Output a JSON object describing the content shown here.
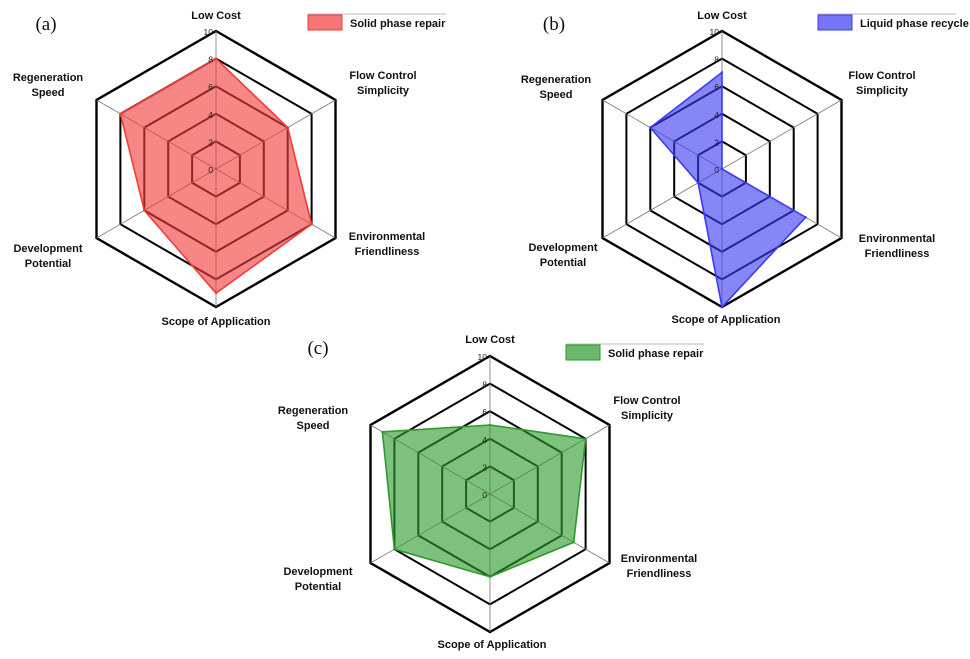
{
  "chart_data": [
    {
      "type": "radar",
      "panel_label": "(a)",
      "axes": [
        "Low Cost",
        "Flow Control Simplicity",
        "Environmental Friendliness",
        "Scope of Application",
        "Development Potential",
        "Regeneration Speed"
      ],
      "tick_values": [
        0,
        2,
        4,
        6,
        8,
        10
      ],
      "range": [
        0,
        10
      ],
      "grid": true,
      "legend_position": "top-right",
      "series": [
        {
          "name": "Solid phase repair",
          "values": [
            8,
            6,
            8,
            9,
            6,
            8
          ],
          "color": "#f23b3b"
        }
      ]
    },
    {
      "type": "radar",
      "panel_label": "(b)",
      "axes": [
        "Low Cost",
        "Flow Control Simplicity",
        "Environmental Friendliness",
        "Scope of Application",
        "Development Potential",
        "Regeneration Speed"
      ],
      "tick_values": [
        0,
        2,
        4,
        6,
        8,
        10
      ],
      "range": [
        0,
        10
      ],
      "grid": true,
      "legend_position": "top-right",
      "series": [
        {
          "name": "Liquid phase recycle",
          "values": [
            7,
            0,
            7,
            10,
            2,
            6
          ],
          "color": "#3b3bf2"
        }
      ]
    },
    {
      "type": "radar",
      "panel_label": "(c)",
      "axes": [
        "Low Cost",
        "Flow Control Simplicity",
        "Environmental Friendliness",
        "Scope of Application",
        "Development Potential",
        "Regeneration Speed"
      ],
      "tick_values": [
        0,
        2,
        4,
        6,
        8,
        10
      ],
      "range": [
        0,
        10
      ],
      "grid": true,
      "legend_position": "top-right",
      "series": [
        {
          "name": "Solid phase repair",
          "values": [
            5,
            8,
            7,
            6,
            8,
            9
          ],
          "color": "#2e9a2e"
        }
      ]
    }
  ]
}
